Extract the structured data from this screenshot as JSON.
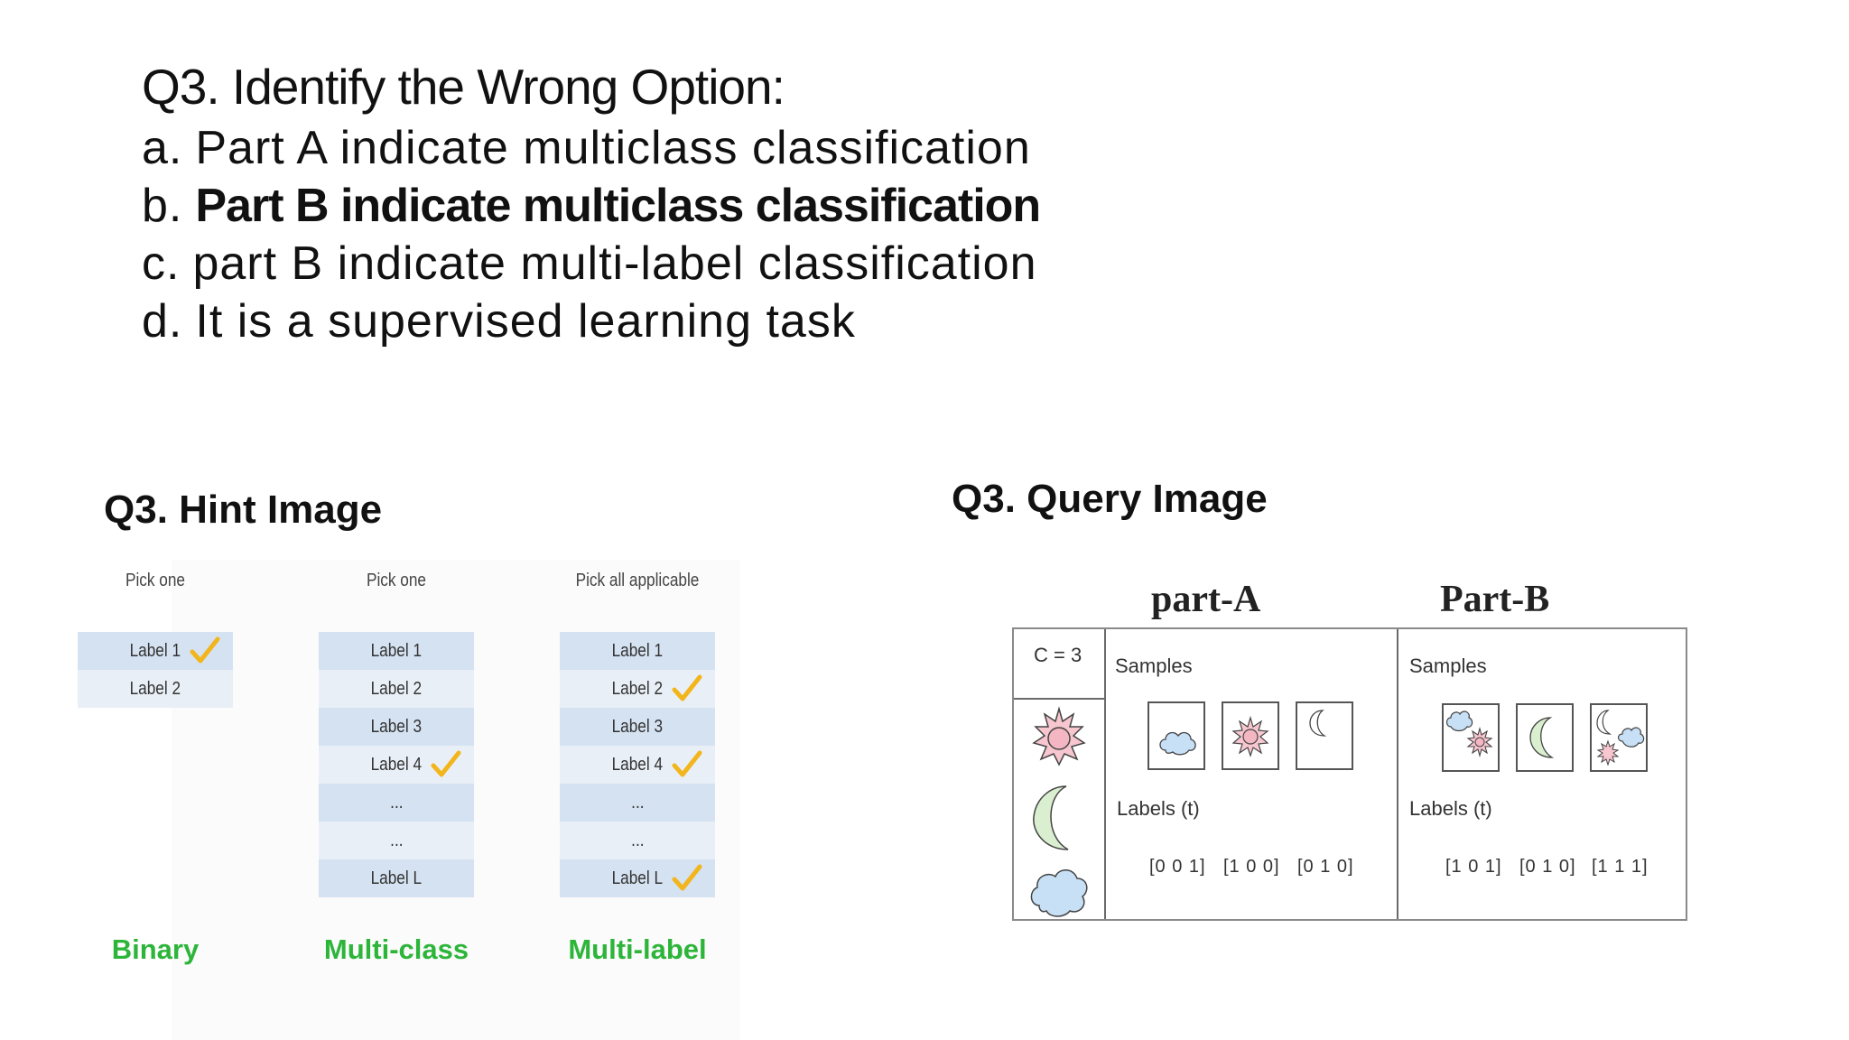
{
  "question": {
    "title": "Q3. Identify the Wrong Option:",
    "options": [
      {
        "letter": "a.",
        "text": "Part A indicate multiclass classification"
      },
      {
        "letter": "b.",
        "text": "Part B indicate multiclass classification"
      },
      {
        "letter": "c.",
        "text": "part B indicate multi-label classification"
      },
      {
        "letter": "d.",
        "text": "It is a supervised learning task"
      }
    ]
  },
  "hint": {
    "heading": "Q3. Hint Image",
    "columns": [
      {
        "caption": "Pick one",
        "footer": "Binary",
        "rows": [
          "Label 1",
          "Label 2"
        ],
        "checked": [
          0
        ]
      },
      {
        "caption": "Pick one",
        "footer": "Multi-class",
        "rows": [
          "Label 1",
          "Label 2",
          "Label 3",
          "Label 4",
          "...",
          "...",
          "Label L"
        ],
        "checked": [
          3
        ]
      },
      {
        "caption": "Pick all applicable",
        "footer": "Multi-label",
        "rows": [
          "Label 1",
          "Label 2",
          "Label 3",
          "Label 4",
          "...",
          "...",
          "Label L"
        ],
        "checked": [
          1,
          3,
          6
        ]
      }
    ],
    "footer_color": "#2db53a",
    "check_color": "#f2b51c"
  },
  "query": {
    "heading": "Q3. Query Image",
    "part_a": {
      "title": "part-A",
      "samples_label": "Samples",
      "labels_label": "Labels (t)",
      "samples": [
        "cloud",
        "sun",
        "moon"
      ],
      "label_vectors": [
        "[0 0 1]",
        "[1 0 0]",
        "[0 1 0]"
      ]
    },
    "part_b": {
      "title": "Part-B",
      "samples_label": "Samples",
      "labels_label": "Labels (t)",
      "samples": [
        "cloud+sun",
        "moon",
        "moon+sun+cloud"
      ],
      "label_vectors": [
        "[1 0 1]",
        "[0 1 0]",
        "[1 1 1]"
      ]
    },
    "classes_label": "C = 3",
    "class_icons": [
      "sun-icon",
      "moon-icon",
      "cloud-icon"
    ]
  }
}
